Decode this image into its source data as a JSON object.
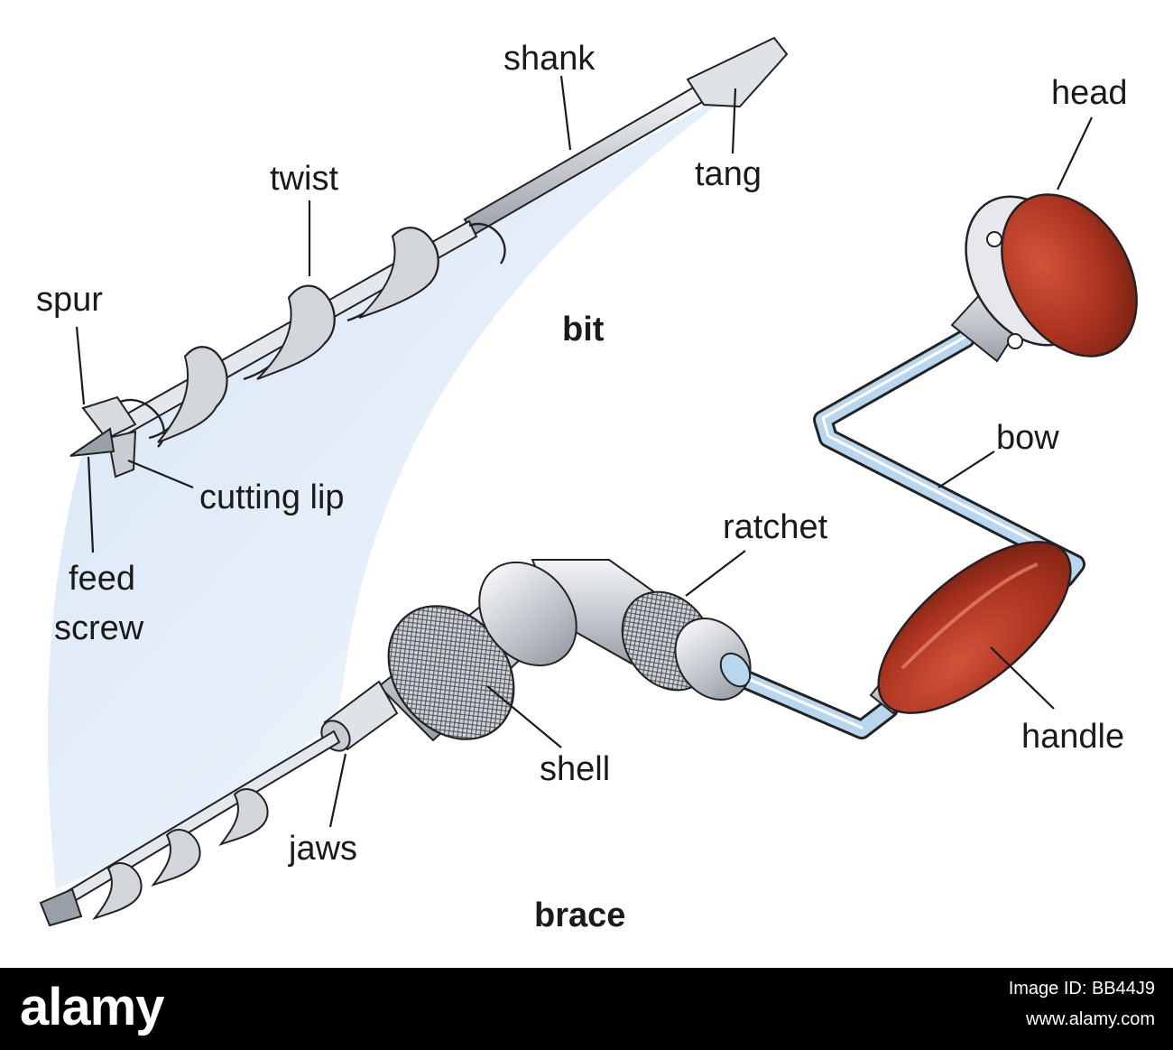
{
  "titles": {
    "bit": "bit",
    "brace": "brace"
  },
  "labels": {
    "shank": "shank",
    "tang": "tang",
    "twist": "twist",
    "spur": "spur",
    "cutting_lip": "cutting lip",
    "feed": "feed",
    "screw": "screw",
    "head": "head",
    "bow": "bow",
    "ratchet": "ratchet",
    "handle": "handle",
    "shell": "shell",
    "jaws": "jaws"
  },
  "footer": {
    "brand": "alamy",
    "image_id": "Image ID: BB44J9",
    "site": "www.alamy.com"
  },
  "colors": {
    "wood": "#a8321f",
    "steel": "#d9dde2",
    "fan": "#e6f0fa",
    "bow_blue": "#b9d6ef",
    "footer_bg": "#000000"
  }
}
